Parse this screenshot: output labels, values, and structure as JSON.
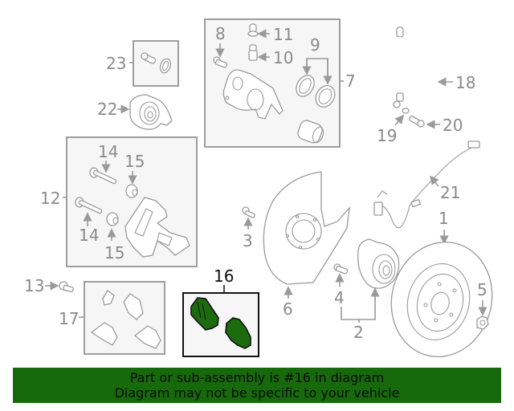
{
  "diagram": {
    "highlighted_part": "16",
    "callouts": [
      {
        "id": "1",
        "label": "1"
      },
      {
        "id": "2",
        "label": "2"
      },
      {
        "id": "3",
        "label": "3"
      },
      {
        "id": "4",
        "label": "4"
      },
      {
        "id": "5",
        "label": "5"
      },
      {
        "id": "6",
        "label": "6"
      },
      {
        "id": "7",
        "label": "7"
      },
      {
        "id": "8",
        "label": "8"
      },
      {
        "id": "9",
        "label": "9"
      },
      {
        "id": "10",
        "label": "10"
      },
      {
        "id": "11",
        "label": "11"
      },
      {
        "id": "12",
        "label": "12"
      },
      {
        "id": "13",
        "label": "13"
      },
      {
        "id": "14a",
        "label": "14"
      },
      {
        "id": "14b",
        "label": "14"
      },
      {
        "id": "15a",
        "label": "15"
      },
      {
        "id": "15b",
        "label": "15"
      },
      {
        "id": "16",
        "label": "16"
      },
      {
        "id": "17",
        "label": "17"
      },
      {
        "id": "18",
        "label": "18"
      },
      {
        "id": "19",
        "label": "19"
      },
      {
        "id": "20",
        "label": "20"
      },
      {
        "id": "21",
        "label": "21"
      },
      {
        "id": "22",
        "label": "22"
      },
      {
        "id": "23",
        "label": "23"
      }
    ],
    "colors": {
      "highlight_fill": "#1c6b0e",
      "callout_gray": "#8a8a8a",
      "highlight_text": "#111111",
      "banner_bg": "#176a0c"
    }
  },
  "banner": {
    "line1": "Part or sub-assembly is #16 in diagram",
    "line2": "Diagram may not be specific to your vehicle"
  }
}
